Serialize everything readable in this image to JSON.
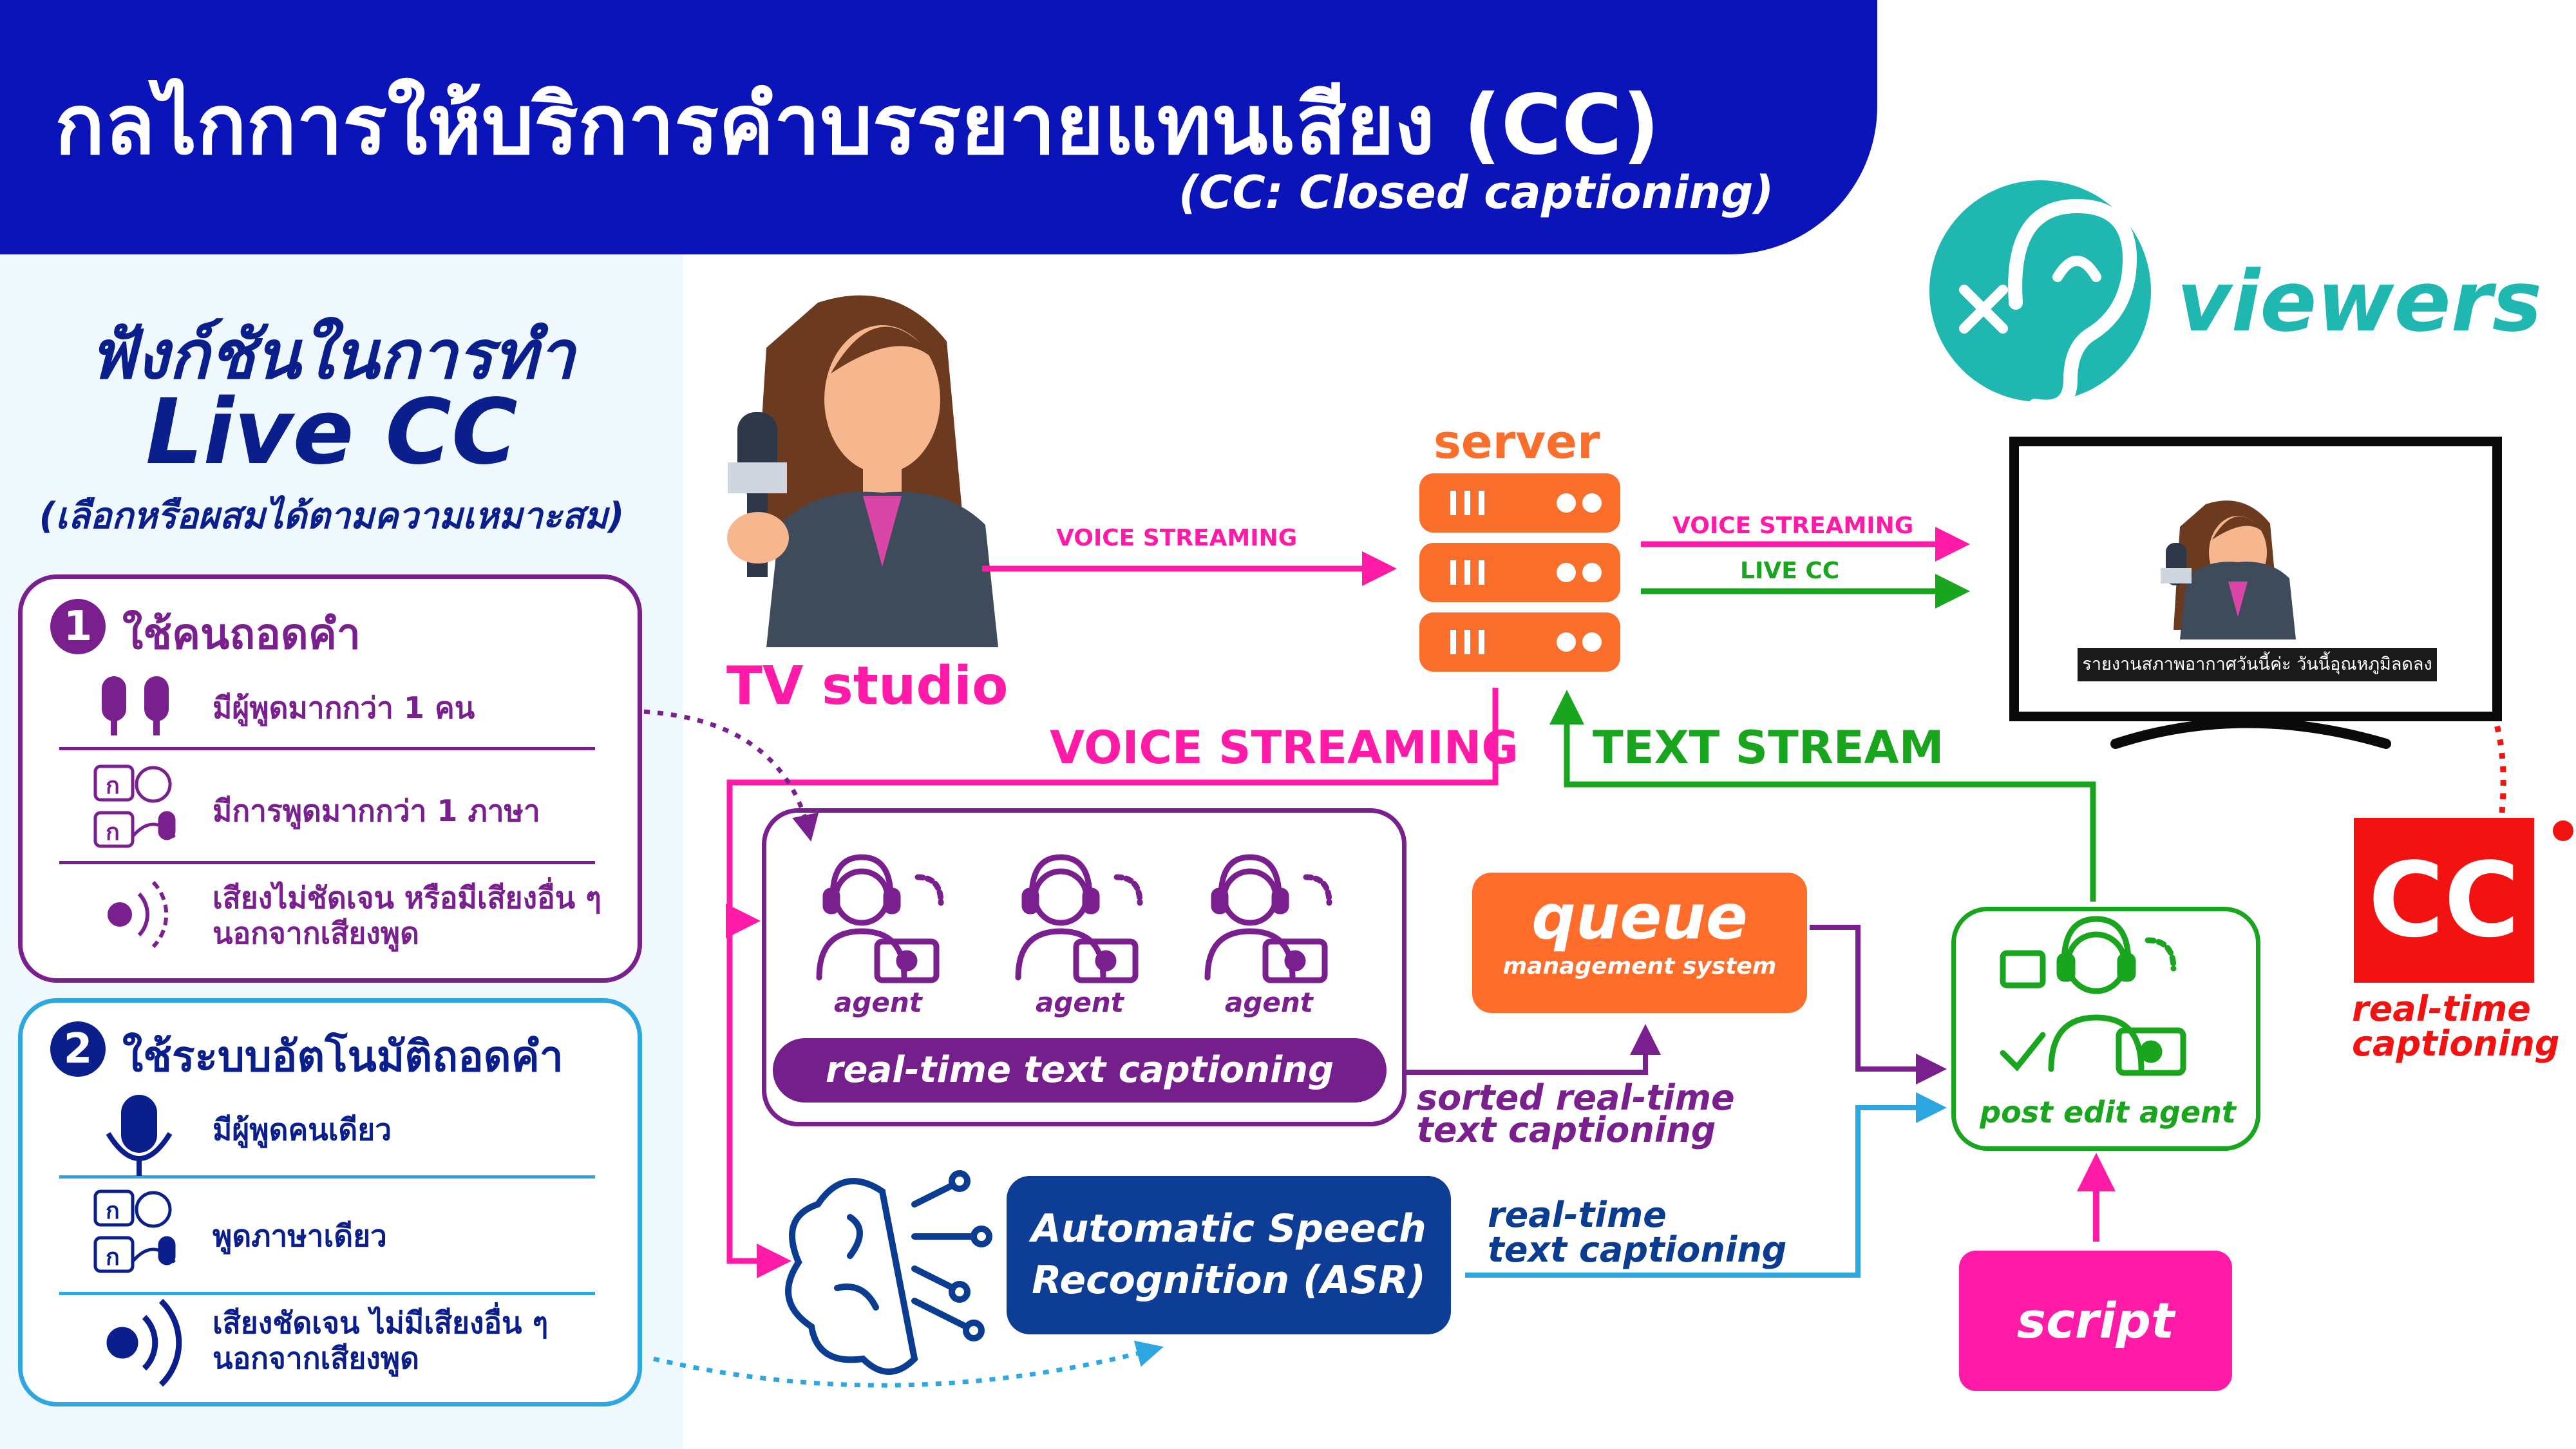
{
  "header": {
    "title": "กลไกการให้บริการคำบรรยายแทนเสียง (CC)",
    "subtitle": "(CC: Closed captioning)"
  },
  "left_panel": {
    "heading_line1": "ฟังก์ชันในการทำ",
    "heading_line2": "Live CC",
    "heading_line3": "(เลือกหรือผสมได้ตามความเหมาะสม)",
    "box1": {
      "number": "1",
      "title": "ใช้คนถอดคำ",
      "rows": [
        "มีผู้พูดมากกว่า 1 คน",
        "มีการพูดมากกว่า 1 ภาษา",
        "เสียงไม่ชัดเจน หรือมีเสียงอื่น ๆ",
        "นอกจากเสียงพูด"
      ]
    },
    "box2": {
      "number": "2",
      "title": "ใช้ระบบอัตโนมัติถอดคำ",
      "rows": [
        "มีผู้พูดคนเดียว",
        "พูดภาษาเดียว",
        "เสียงชัดเจน ไม่มีเสียงอื่น ๆ",
        "นอกจากเสียงพูด"
      ]
    },
    "language_glyph": "ก"
  },
  "diagram": {
    "tv_studio_label": "TV studio",
    "server_label": "server",
    "voice_streaming_small": "VOICE STREAMING",
    "voice_streaming_out": "VOICE STREAMING",
    "live_cc": "LIVE CC",
    "voice_streaming_big": "VOICE STREAMING",
    "text_stream": "TEXT STREAM",
    "viewers_label": "viewers",
    "tv_caption": "รายงานสภาพอากาศวันนี้ค่ะ วันนี้อุณหภูมิลดลง",
    "agents": [
      "agent",
      "agent",
      "agent"
    ],
    "rtc_bar": "real-time text captioning",
    "queue_title": "queue",
    "queue_subtitle": "management system",
    "sorted_label_line1": "sorted real-time",
    "sorted_label_line2": "text captioning",
    "asr_line1": "Automatic Speech",
    "asr_line2": "Recognition (ASR)",
    "asr_output_line1": "real-time",
    "asr_output_line2": "text captioning",
    "post_edit_label": "post edit agent",
    "script_label": "script",
    "cc_badge": "CC",
    "cc_caption_line1": "real-time",
    "cc_caption_line2": "captioning"
  },
  "colors": {
    "header_blue": "#0a14b8",
    "navy": "#0b1f8c",
    "purple": "#7a1f8e",
    "light_blue": "#2ea7e0",
    "pink": "#ff1aa8",
    "green": "#19a51e",
    "orange": "#fa6e2c",
    "teal": "#1fb7b0",
    "red": "#f21212"
  },
  "icons": [
    "mic-icon",
    "two-speakers-icon",
    "language-icon",
    "sound-wave-icon",
    "server-icon",
    "ear-icon",
    "agent-headset-icon",
    "brain-icon",
    "tv-icon",
    "presenter-icon"
  ]
}
